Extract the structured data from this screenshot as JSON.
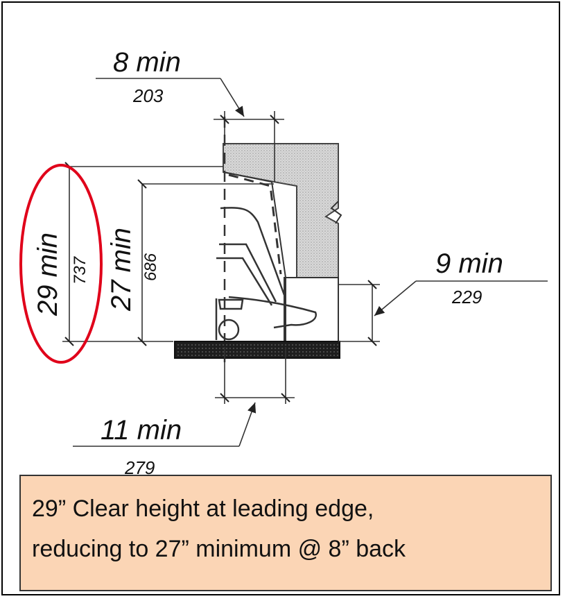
{
  "dimensions": {
    "top": {
      "imperial": "8 min",
      "metric": "203"
    },
    "right": {
      "imperial": "9 min",
      "metric": "229"
    },
    "bottom": {
      "imperial": "11 min",
      "metric": "279"
    },
    "outer_left": {
      "imperial": "29 min",
      "metric": "737"
    },
    "inner_left": {
      "imperial": "27 min",
      "metric": "686"
    }
  },
  "note": {
    "line1": "29” Clear height at leading edge,",
    "line2": "reducing to 27” minimum @ 8” back"
  },
  "colors": {
    "highlight_ellipse": "#e0001a",
    "note_background": "#fbd5b5",
    "table_hatch": "#b9b9b9",
    "floor": "#222222"
  }
}
